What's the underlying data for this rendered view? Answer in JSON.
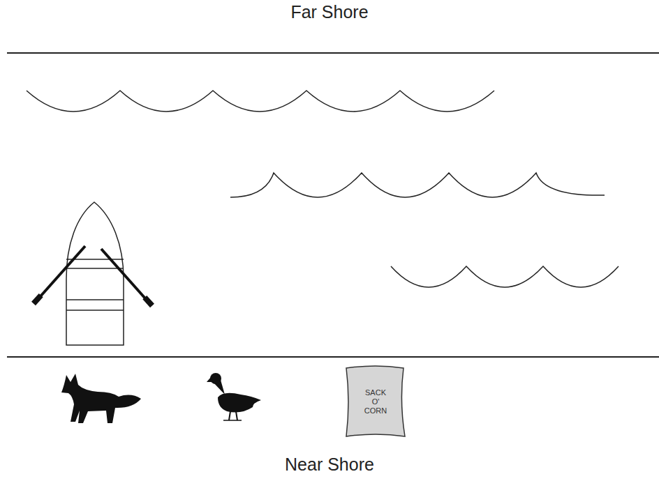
{
  "diagram": {
    "nodes": [
      {
        "text": [
          "SACK O' CORN"
        ]
      }
    ],
    "labels": [
      "Far Shore",
      "Near Shore"
    ]
  }
}
